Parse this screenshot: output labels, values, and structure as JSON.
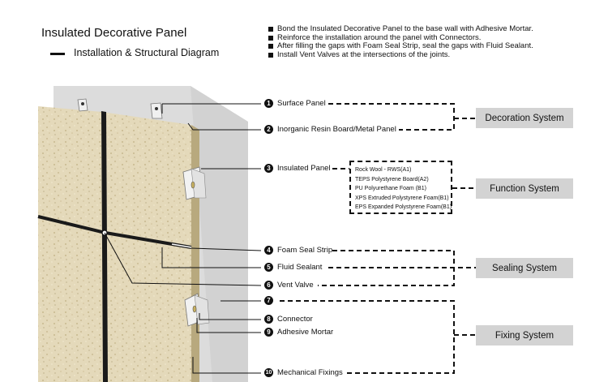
{
  "header": {
    "title": "Insulated Decorative Panel",
    "subtitle": "Installation & Structural Diagram"
  },
  "notes": [
    "Bond the Insulated Decorative Panel to the base wall with Adhesive Mortar.",
    "Reinforce the installation around the panel with Connectors.",
    "After filling the gaps with Foam Seal Strip, seal the gaps with Fluid Sealant.",
    "Install Vent Valves at the intersections of the joints."
  ],
  "callouts": [
    {
      "num": "1",
      "label": "Surface Panel"
    },
    {
      "num": "2",
      "label": "Inorganic Resin Board/Metal Panel"
    },
    {
      "num": "3",
      "label": "Insulated Panel"
    },
    {
      "num": "4",
      "label": "Foam Seal Strip"
    },
    {
      "num": "5",
      "label": "Fluid Sealant"
    },
    {
      "num": "6",
      "label": "Vent Valve"
    },
    {
      "num": "7",
      "label": ""
    },
    {
      "num": "8",
      "label": "Connector"
    },
    {
      "num": "9",
      "label": "Adhesive Mortar"
    },
    {
      "num": "10",
      "label": "Mechanical Fixings"
    }
  ],
  "insulation_materials": [
    "Rock Wool - RWS(A1)",
    "TEPS Polystyrene Board(A2)",
    "PU Polyurethane Foam (B1)",
    "XPS Extruded Polystyrene Foam(B1)",
    "EPS Expanded Polystyrene Foam(B1)"
  ],
  "systems": {
    "decoration": "Decoration System",
    "function": "Function System",
    "sealing": "Sealing System",
    "fixing": "Fixing System"
  },
  "colors": {
    "wall": "#dcdcdc",
    "panel": "#e3d8b8",
    "system_box": "#d3d3d3",
    "lines": "#111111"
  }
}
